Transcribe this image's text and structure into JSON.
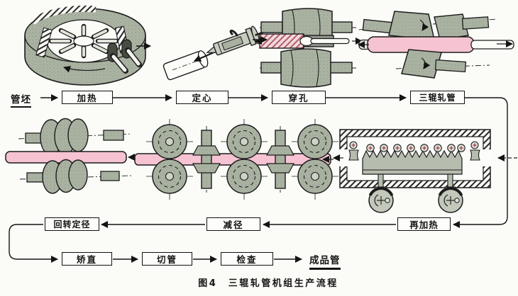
{
  "caption": "图4　三辊轧管机组生产流程",
  "colors": {
    "machine_gray_green": "#aab3a2",
    "hot_tube_pink": "#f5c3d2",
    "line_black": "#1c1c1c",
    "red_cross_mark": "#a23d45",
    "background": "#fbfbf8"
  },
  "nodes": {
    "guanpi": {
      "label": "管坯"
    },
    "jiare": {
      "label": "加热"
    },
    "dingxin": {
      "label": "定心"
    },
    "chuankong": {
      "label": "穿孔"
    },
    "sangunzhaguan": {
      "label": "三辊轧管"
    },
    "zaijiare": {
      "label": "再加热"
    },
    "jianjing": {
      "label": "减径"
    },
    "huizhuandingjing": {
      "label": "回转定径"
    },
    "jiaozhi": {
      "label": "矫直"
    },
    "qieguan": {
      "label": "切管"
    },
    "jiancha": {
      "label": "检查"
    },
    "chengpinguan": {
      "label": "成品管"
    }
  }
}
